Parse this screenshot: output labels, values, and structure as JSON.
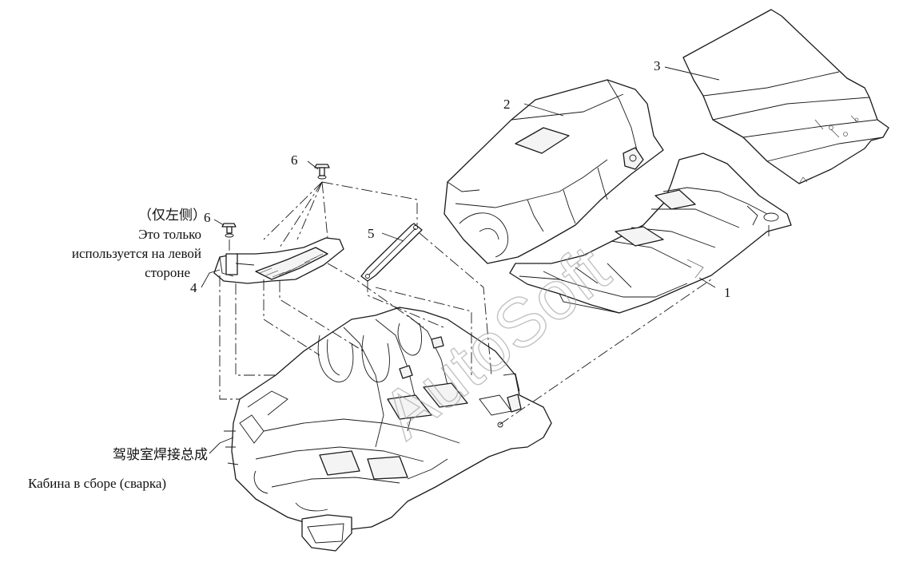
{
  "callouts": {
    "n1": "1",
    "n2": "2",
    "n3": "3",
    "n4": "4",
    "n5": "5",
    "n6_top": "6",
    "n6_left": "6"
  },
  "notes": {
    "left_only_cn": "（仅左侧）",
    "left_only_ru_line1": "Это только",
    "left_only_ru_line2": "используется на левой",
    "left_only_ru_line3": "стороне",
    "cab_cn": "驾驶室焊接总成",
    "cab_ru": "Кабина в сборе (сварка)"
  },
  "watermark": "AutoSoft"
}
